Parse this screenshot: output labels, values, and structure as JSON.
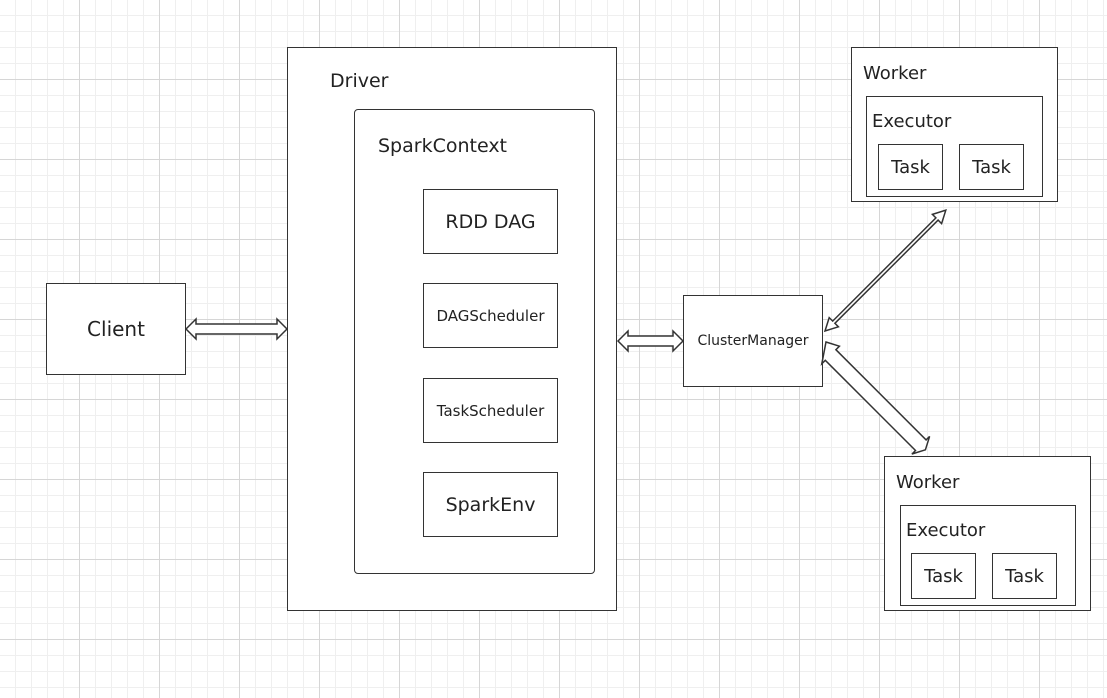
{
  "diagram": {
    "client": {
      "label": "Client"
    },
    "driver": {
      "label": "Driver",
      "spark_context": {
        "label": "SparkContext",
        "components": [
          "RDD DAG",
          "DAGScheduler",
          "TaskScheduler",
          "SparkEnv"
        ]
      }
    },
    "cluster_manager": {
      "label": "ClusterManager"
    },
    "workers": [
      {
        "label": "Worker",
        "executor": {
          "label": "Executor",
          "tasks": [
            "Task",
            "Task"
          ]
        }
      },
      {
        "label": "Worker",
        "executor": {
          "label": "Executor",
          "tasks": [
            "Task",
            "Task"
          ]
        }
      }
    ],
    "connections": [
      {
        "from": "Client",
        "to": "Driver",
        "type": "bidirectional"
      },
      {
        "from": "Driver",
        "to": "ClusterManager",
        "type": "bidirectional"
      },
      {
        "from": "ClusterManager",
        "to": "Worker",
        "type": "bidirectional"
      },
      {
        "from": "ClusterManager",
        "to": "Worker",
        "type": "bidirectional"
      }
    ],
    "colors": {
      "stroke": "#333333",
      "grid_major": "#d6d6d6",
      "grid_minor": "#efefef",
      "fill": "#ffffff"
    }
  }
}
